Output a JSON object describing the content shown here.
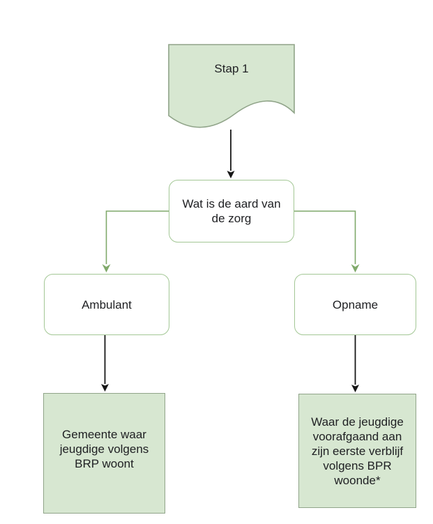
{
  "colors": {
    "shape_fill": "#d7e7d1",
    "shape_border": "#90a489",
    "rounded_border": "#a3c795",
    "connector_green": "#7fa96a",
    "connector_black": "#161616",
    "text": "#202124"
  },
  "nodes": {
    "start": {
      "label": "Stap 1",
      "shape": "document"
    },
    "decision": {
      "label": "Wat is de aard van\nde zorg",
      "shape": "rounded-rectangle"
    },
    "ambulant": {
      "label": "Ambulant",
      "shape": "rounded-rectangle"
    },
    "opname": {
      "label": "Opname",
      "shape": "rounded-rectangle"
    },
    "result_left": {
      "label": "Gemeente waar\njeugdige volgens\nBRP woont",
      "shape": "rectangle"
    },
    "result_right": {
      "label": "Waar de jeugdige\nvoorafgaand aan\nzijn eerste verblijf\nvolgens BPR\nwoonde*",
      "shape": "rectangle"
    }
  },
  "edges": [
    {
      "from": "start",
      "to": "decision",
      "color": "black"
    },
    {
      "from": "decision",
      "to": "ambulant",
      "color": "green"
    },
    {
      "from": "decision",
      "to": "opname",
      "color": "green"
    },
    {
      "from": "ambulant",
      "to": "result_left",
      "color": "black"
    },
    {
      "from": "opname",
      "to": "result_right",
      "color": "black"
    }
  ]
}
